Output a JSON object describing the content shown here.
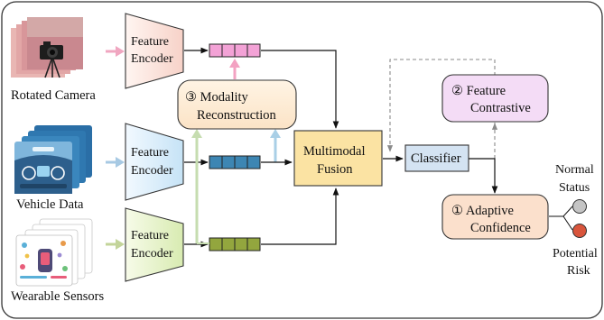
{
  "inputs": {
    "camera": "Rotated Camera",
    "vehicle": "Vehicle Data",
    "wearable": "Wearable Sensors"
  },
  "encoder": {
    "line1": "Feature",
    "line2": "Encoder"
  },
  "reconstruction": {
    "line1": "③ Modality",
    "line2": "Reconstruction"
  },
  "fusion": {
    "line1": "Multimodal",
    "line2": "Fusion"
  },
  "classifier": {
    "label": "Classifier"
  },
  "contrastive": {
    "line1": "② Feature",
    "line2": "Contrastive"
  },
  "confidence": {
    "line1": "① Adaptive",
    "line2": "Confidence"
  },
  "outputs": {
    "normal_line1": "Normal",
    "normal_line2": "Status",
    "risk_line1": "Potential",
    "risk_line2": "Risk"
  },
  "colors": {
    "camera_stream": "#f0a6c0",
    "vehicle_stream": "#a7c9e3",
    "wearable_stream": "#c3d49a",
    "camera_feature": "#f3a2d6",
    "vehicle_feature": "#3d86b3",
    "wearable_feature": "#93a63e",
    "fusion_fill": "#fbe3a3",
    "classifier_fill": "#d4e3f2",
    "contrastive_fill": "#f4dcf6",
    "confidence_fill": "#fbe0cc",
    "normal_dot": "#c4c4c4",
    "risk_dot": "#d9553c"
  }
}
